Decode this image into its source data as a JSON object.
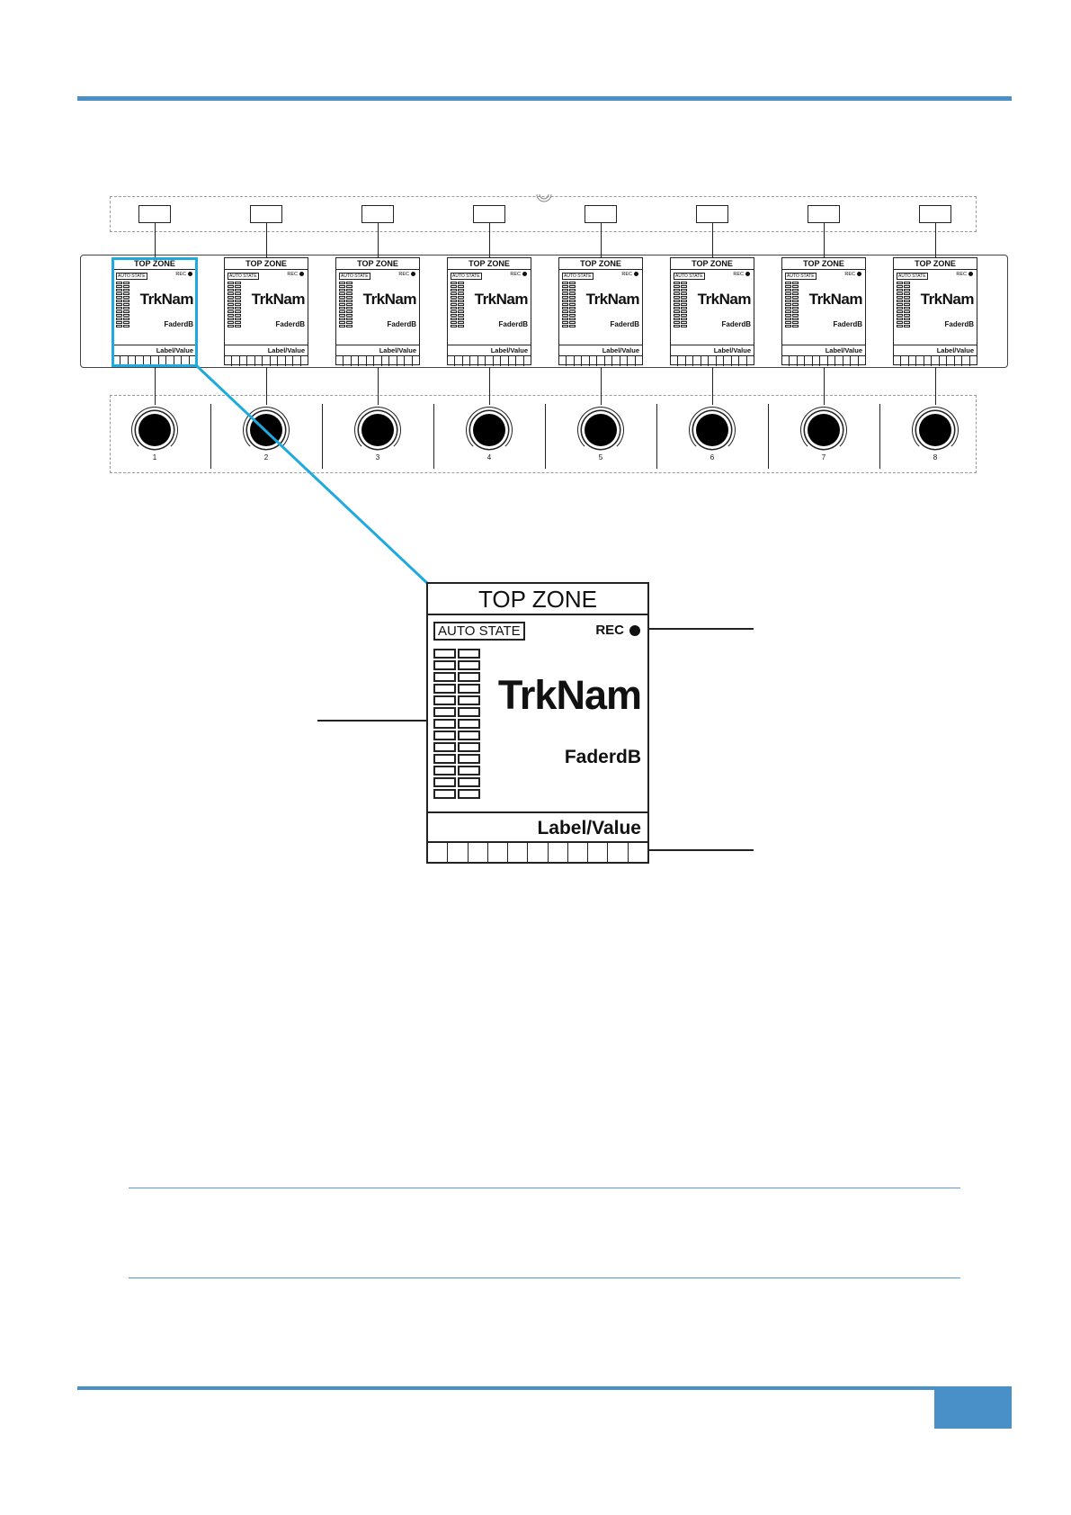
{
  "screen": {
    "top_zone": "TOP ZONE",
    "auto_state": "AUTO STATE",
    "rec": "REC",
    "track_name": "TrkNam",
    "fader_db": "FaderdB",
    "label_value": "Label/Value"
  },
  "knobs": [
    "1",
    "2",
    "3",
    "4",
    "5",
    "6",
    "7",
    "8"
  ],
  "colors": {
    "accent": "#4a90c8",
    "highlight": "#1eaadf"
  }
}
